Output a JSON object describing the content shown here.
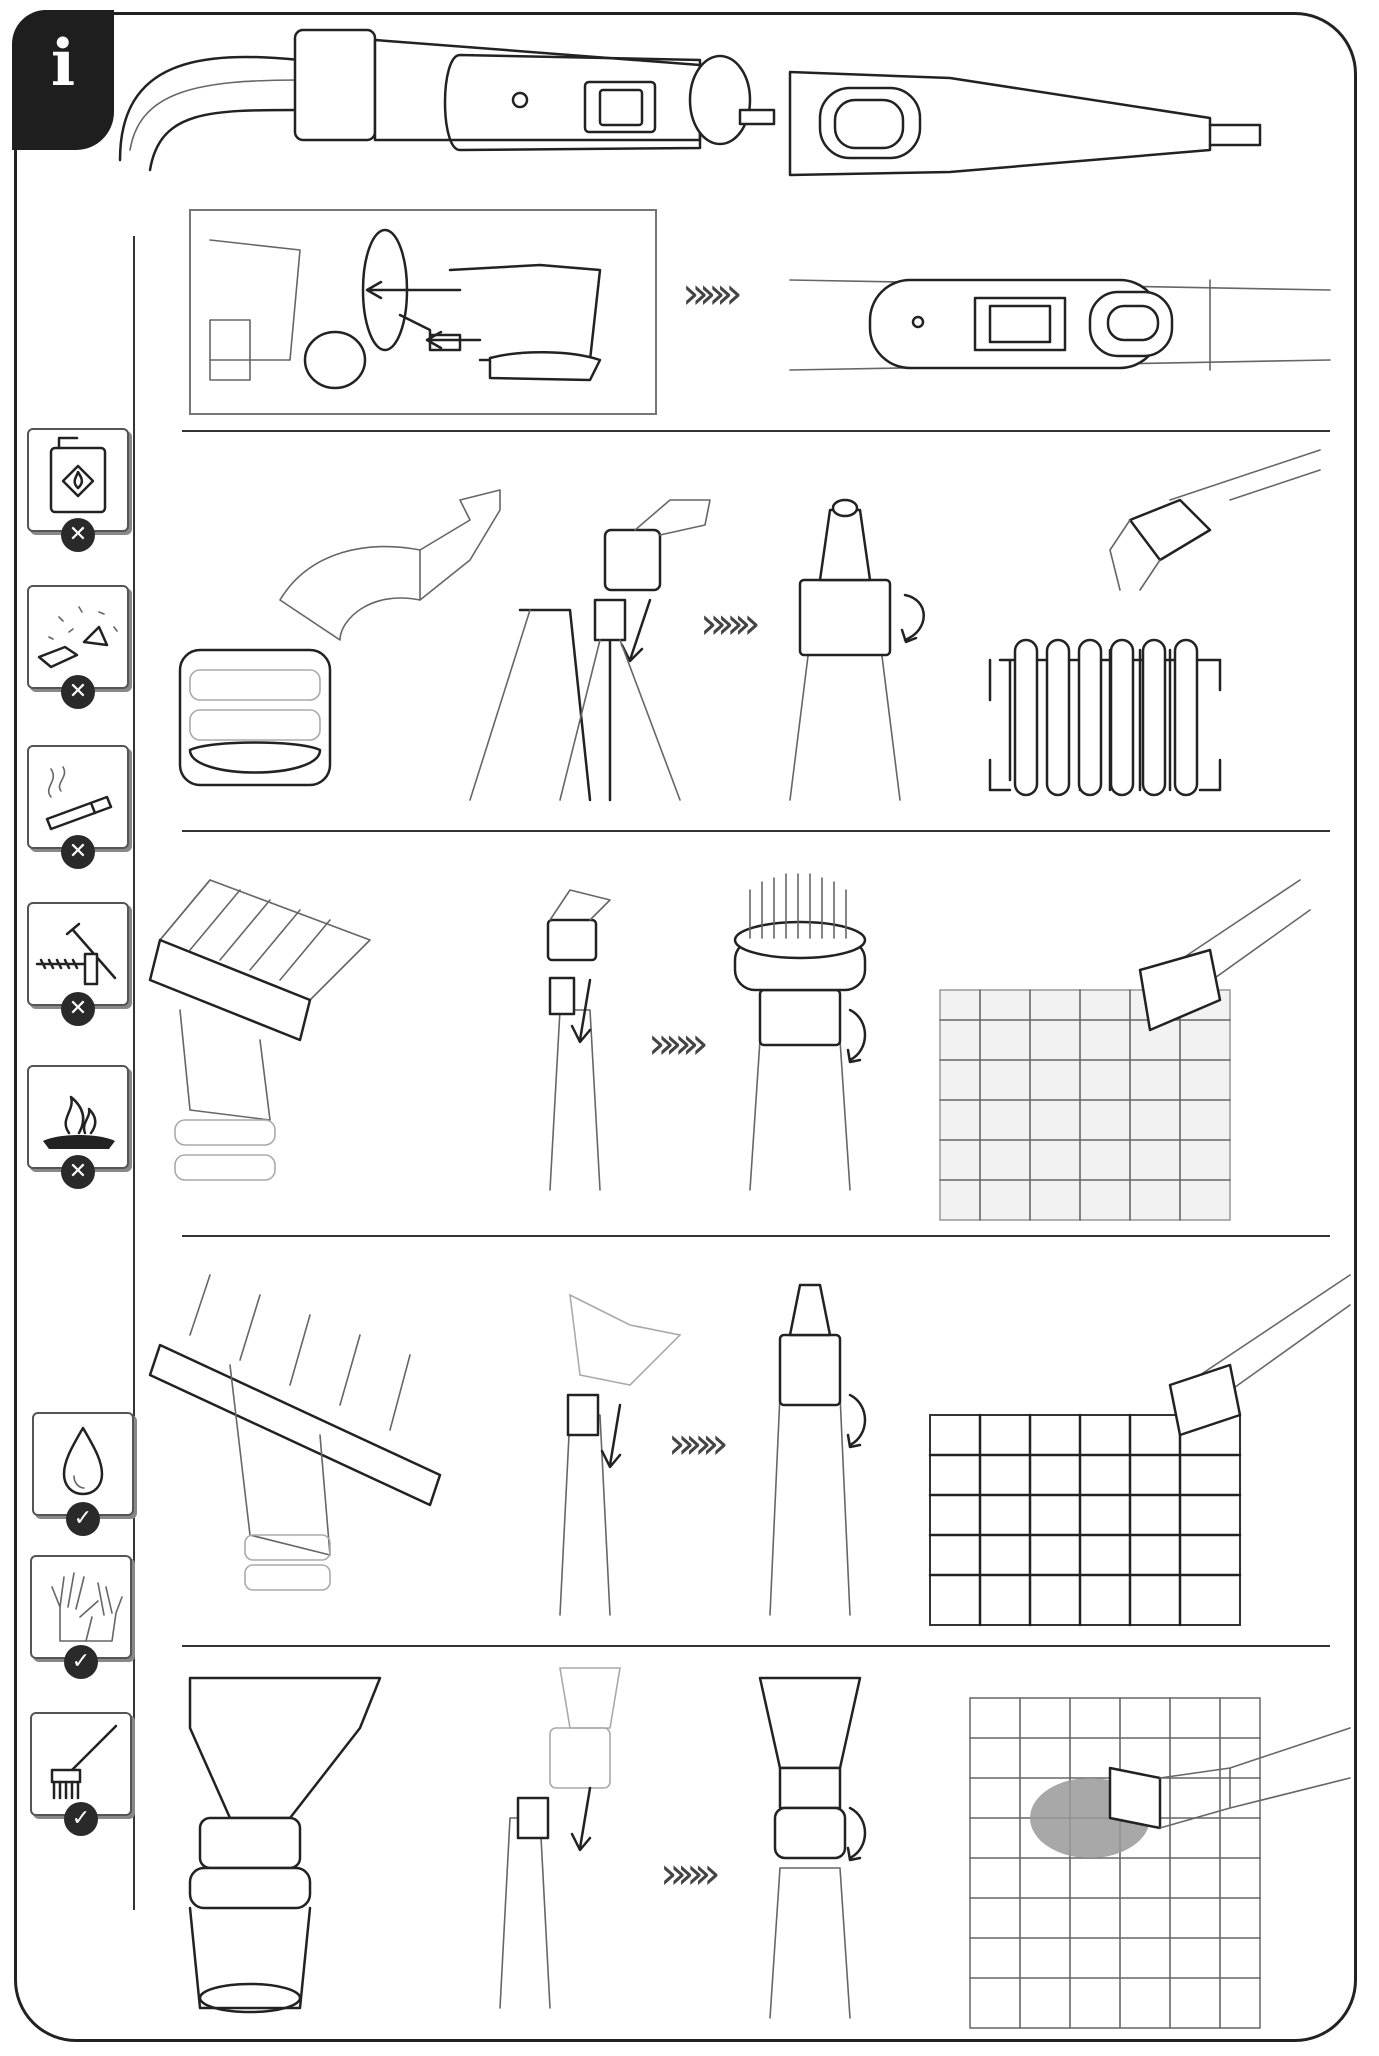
{
  "header": {
    "info_letter": "i"
  },
  "warnings": [
    {
      "icon": "flammable-canister-icon",
      "status": "prohibited"
    },
    {
      "icon": "broken-glass-icon",
      "status": "prohibited"
    },
    {
      "icon": "cigarette-icon",
      "status": "prohibited"
    },
    {
      "icon": "nails-screws-icon",
      "status": "prohibited"
    },
    {
      "icon": "hot-ashes-icon",
      "status": "prohibited"
    },
    {
      "icon": "water-drop-icon",
      "status": "allowed"
    },
    {
      "icon": "gloves-icon",
      "status": "allowed"
    },
    {
      "icon": "cleaning-brush-icon",
      "status": "allowed"
    }
  ],
  "symbols": {
    "prohibited": "✕",
    "allowed": "✓",
    "next_step": "»»»"
  },
  "steps": [
    {
      "accessory": "hose-extension-connection"
    },
    {
      "accessory": "angled-nozzle",
      "application": "radiator"
    },
    {
      "accessory": "round-brush",
      "application": "tiles"
    },
    {
      "accessory": "wide-brush",
      "application": "tiles"
    },
    {
      "accessory": "window-squeegee",
      "application": "tiles"
    }
  ]
}
